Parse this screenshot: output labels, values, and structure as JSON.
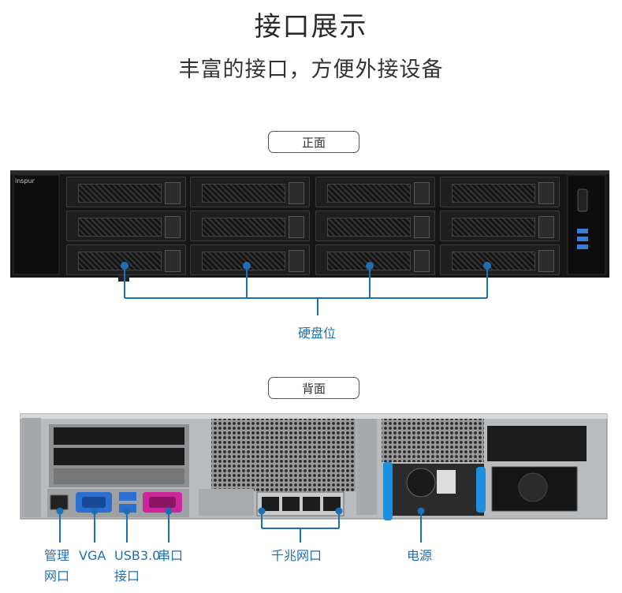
{
  "header": {
    "title": "接口展示",
    "subtitle": "丰富的接口，方便外接设备"
  },
  "front": {
    "view_label": "正面",
    "brand_text": "inspur",
    "callout": "硬盘位"
  },
  "back": {
    "view_label": "背面",
    "callouts": {
      "mgmt_line1": "管理",
      "mgmt_line2": "网口",
      "vga": "VGA",
      "usb_line1": "USB3.0",
      "usb_line2": "接口",
      "serial": "串口",
      "gbe": "千兆网口",
      "power": "电源"
    }
  },
  "colors": {
    "callout_blue": "#1f6fb6",
    "vga_port": "#2d6fd1",
    "serial_port": "#d0249a",
    "psu_latch": "#1d8fdc",
    "chassis_dark": "#1a1a1a"
  }
}
